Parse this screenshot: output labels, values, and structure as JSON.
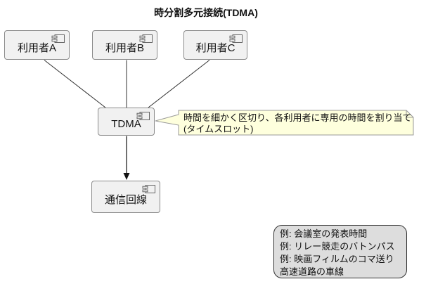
{
  "title": "時分割多元接続(TDMA)",
  "nodes": [
    {
      "id": "user-a",
      "label": "利用者A",
      "icon": "component-icon"
    },
    {
      "id": "user-b",
      "label": "利用者B",
      "icon": "component-icon"
    },
    {
      "id": "user-c",
      "label": "利用者C",
      "icon": "component-icon"
    },
    {
      "id": "tdma",
      "label": "TDMA",
      "icon": "component-icon"
    },
    {
      "id": "circuit",
      "label": "通信回線",
      "icon": "component-icon"
    }
  ],
  "edges": [
    {
      "from": "user-a",
      "to": "tdma",
      "style": "plain-line"
    },
    {
      "from": "user-b",
      "to": "tdma",
      "style": "plain-line"
    },
    {
      "from": "user-c",
      "to": "tdma",
      "style": "plain-line"
    },
    {
      "from": "tdma",
      "to": "circuit",
      "style": "solid-arrow"
    }
  ],
  "note": {
    "attached_to": "tdma",
    "lines": [
      "時間を細かく区切り、各利用者に専用の時間を割り当て",
      "(タイムスロット)"
    ]
  },
  "legend": {
    "lines": [
      "例: 会議室の発表時間",
      "例: リレー競走のバトンパス",
      "例: 映画フィルムのコマ送り",
      "高速道路の車線"
    ]
  },
  "colors": {
    "background": "#FFFFFF",
    "node_fill": "#F1F1F1",
    "node_border": "#8A8A8A",
    "note_fill": "#FEFFDD",
    "note_border": "#999999",
    "legend_fill": "#DDDDDD",
    "legend_border": "#333333",
    "edge": "#303030",
    "text": "#111111"
  }
}
